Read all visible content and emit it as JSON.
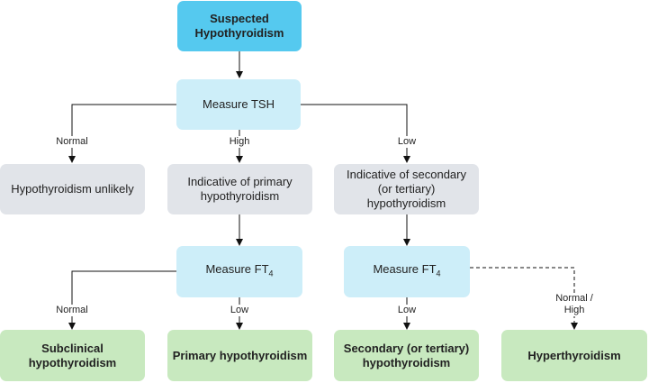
{
  "nodes": {
    "suspected": {
      "line1": "Suspected",
      "line2": "Hypothyroidism"
    },
    "measure_tsh": "Measure TSH",
    "unlikely": "Hypothyroidism unlikely",
    "primary_indicative": {
      "line1": "Indicative of primary",
      "line2": "hypothyroidism"
    },
    "secondary_indicative": {
      "line1": "Indicative of secondary",
      "line2": "(or tertiary)",
      "line3": "hypothyroidism"
    },
    "measure_ft4_left": {
      "text": "Measure FT",
      "sub": "4"
    },
    "measure_ft4_right": {
      "text": "Measure FT",
      "sub": "4"
    },
    "subclinical": {
      "line1": "Subclinical",
      "line2": "hypothyroidism"
    },
    "primary_result": "Primary hypothyroidism",
    "secondary_result": {
      "line1": "Secondary (or tertiary)",
      "line2": "hypothyroidism"
    },
    "hyperthyroidism": "Hyperthyroidism"
  },
  "edge_labels": {
    "tsh_normal": "Normal",
    "tsh_high": "High",
    "tsh_low": "Low",
    "ft4_left_normal": "Normal",
    "ft4_left_low": "Low",
    "ft4_right_low": "Low",
    "ft4_right_normal_high": {
      "line1": "Normal /",
      "line2": "High"
    }
  },
  "colors": {
    "start": "#55c9ef",
    "measure": "#cdeef9",
    "intermediate": "#e1e4e9",
    "result": "#c8e9bf"
  }
}
